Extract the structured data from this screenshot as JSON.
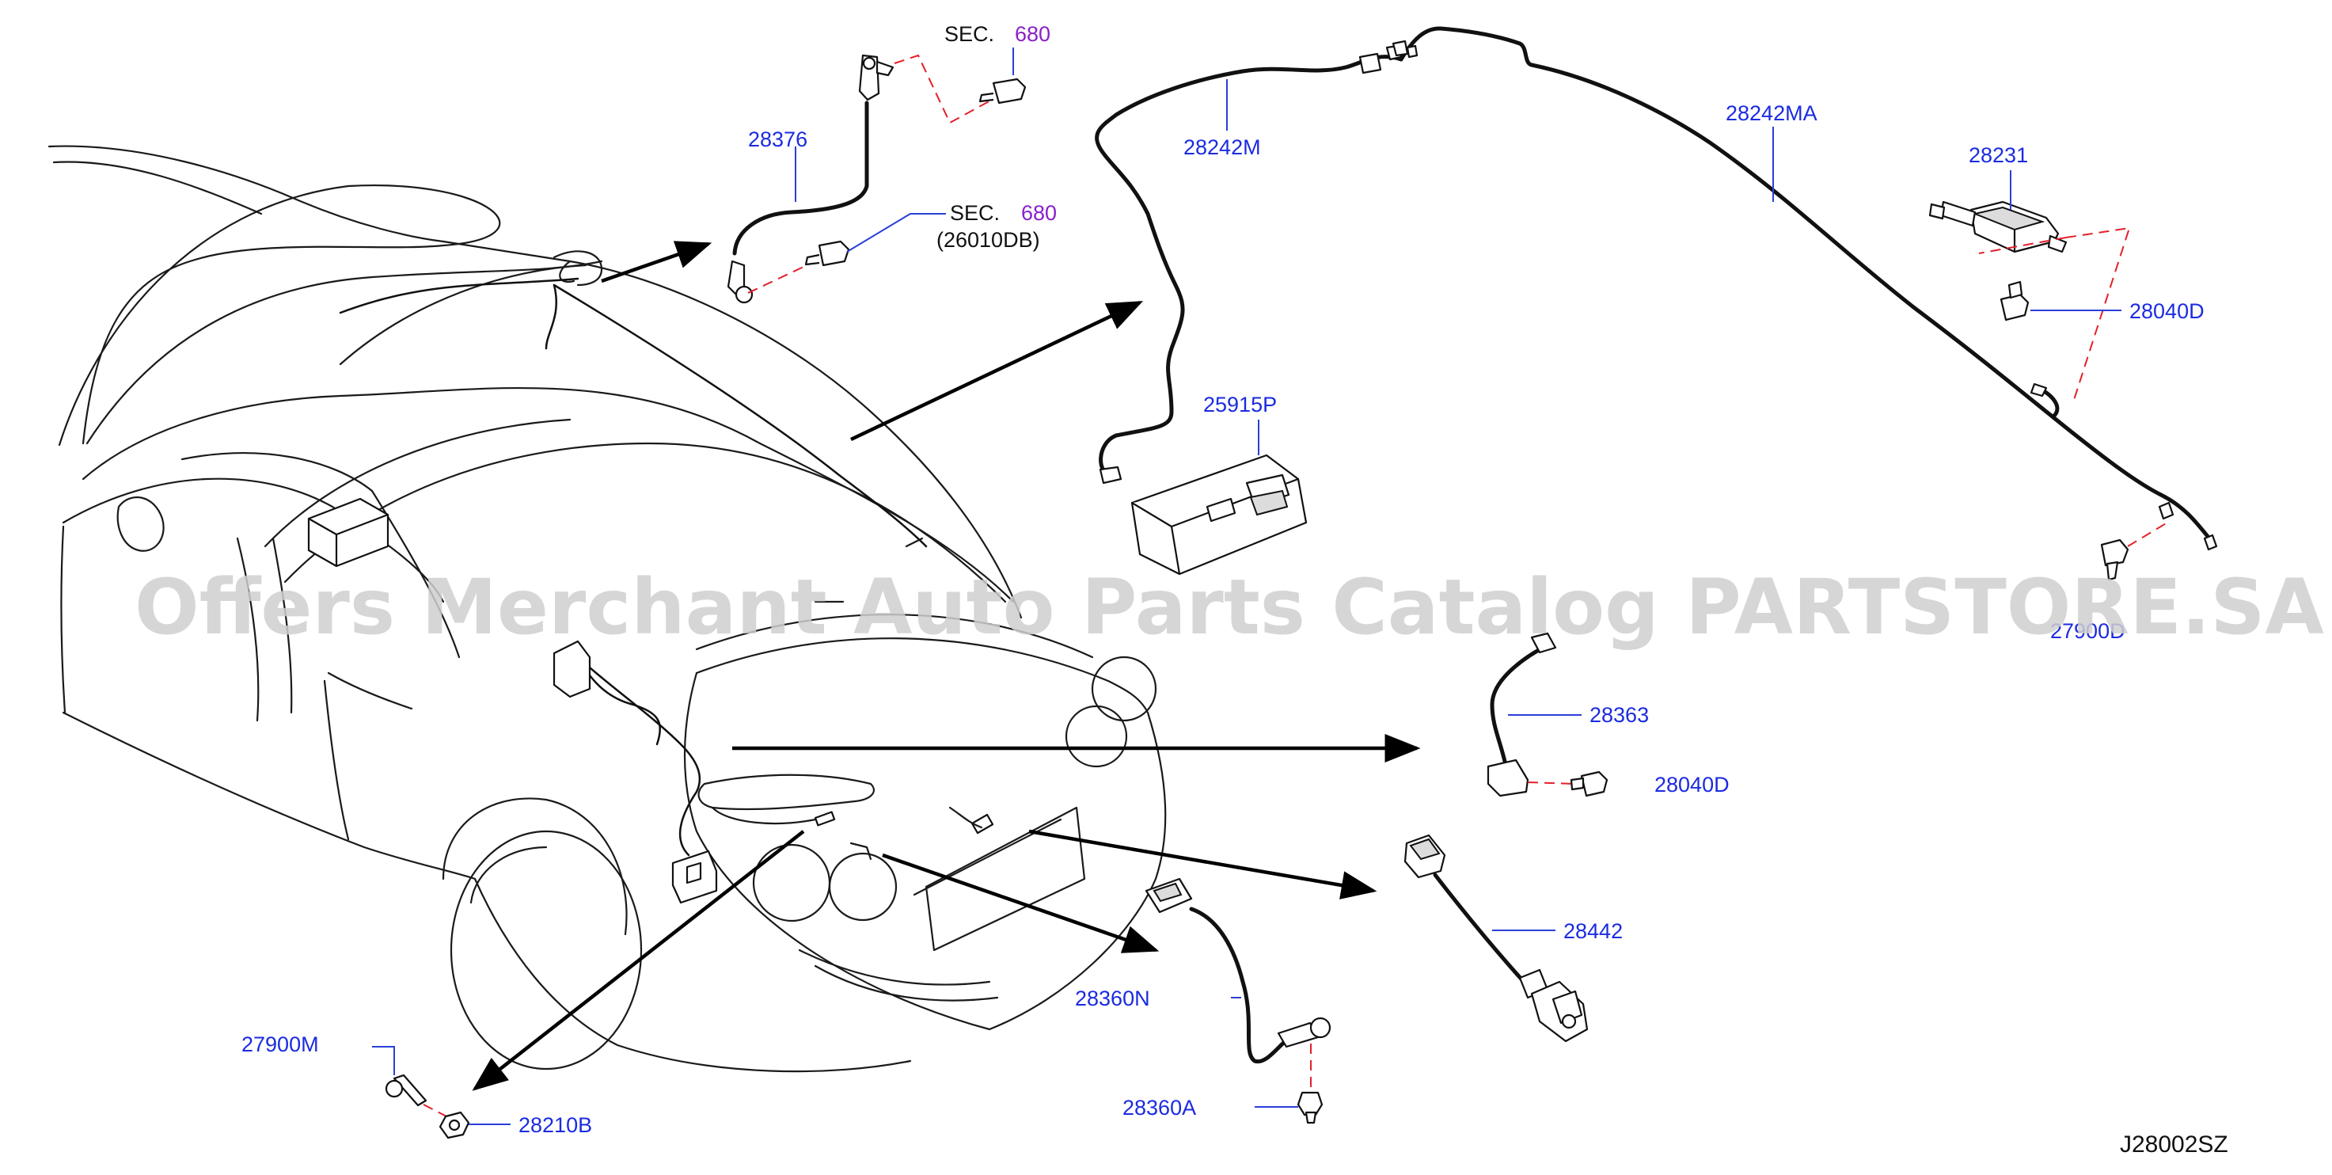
{
  "diagram_code": "J28002SZ",
  "watermark": "Offers Merchant Auto Parts Catalog PARTSTORE.SA",
  "references": [
    {
      "prefix": "SEC.",
      "number": "680",
      "sub": ""
    },
    {
      "prefix": "SEC.",
      "number": "680",
      "sub": "(26010DB)"
    }
  ],
  "parts": {
    "p28376": "28376",
    "p28242M": "28242M",
    "p28242MA": "28242MA",
    "p28231": "28231",
    "p28040D_a": "28040D",
    "p25915P": "25915P",
    "p27900D": "27900D",
    "p28363": "28363",
    "p28040D_b": "28040D",
    "p28442": "28442",
    "p28360N": "28360N",
    "p28360A": "28360A",
    "p27900M": "27900M",
    "p28210B": "28210B"
  },
  "colors": {
    "part_label": "#1b2be0",
    "section_number": "#8a1fc8",
    "dashed_leader": "#e4202a",
    "line_art": "#111111"
  }
}
